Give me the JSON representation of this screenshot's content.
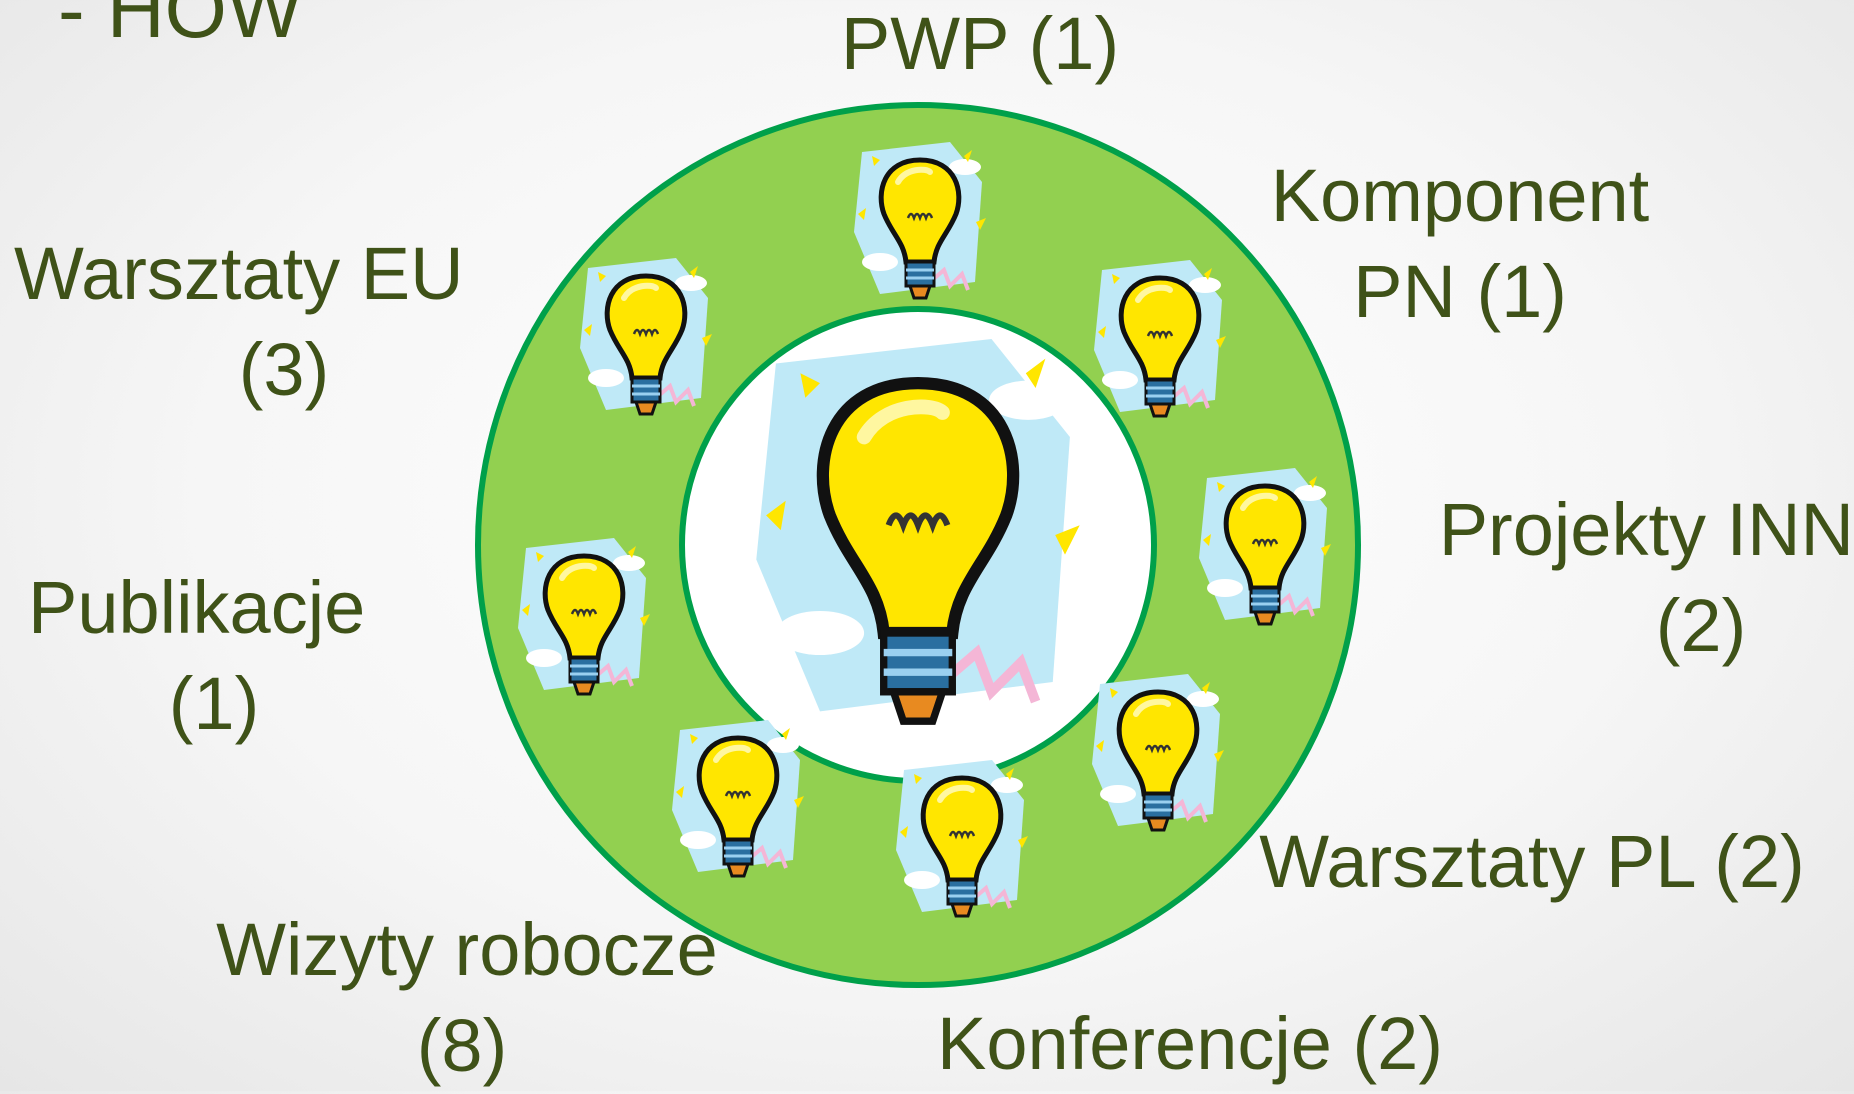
{
  "slide": {
    "title": "- HOW"
  },
  "labels": {
    "pwp": [
      "PWP (1)"
    ],
    "komponent_pn": [
      "Komponent",
      "PN (1)"
    ],
    "warsztaty_eu": [
      "Warsztaty EU",
      "(3)"
    ],
    "projekty_inn": [
      "Projekty INN",
      "(2)"
    ],
    "publikacje": [
      "Publikacje",
      "(1)"
    ],
    "warsztaty_pl": [
      "Warsztaty PL (2)"
    ],
    "wizyty_robocze": [
      "Wizyty robocze",
      "(8)"
    ],
    "konferencje": [
      "Konferencje (2)"
    ]
  },
  "colors": {
    "ring_fill": "#92d050",
    "ring_border": "#00a04a",
    "text": "#3f5218",
    "bulb": "#ffe600",
    "bulb_dark": "#f2b800"
  },
  "icons": {
    "center": "lightbulb-icon",
    "ring": "lightbulb-icon"
  }
}
